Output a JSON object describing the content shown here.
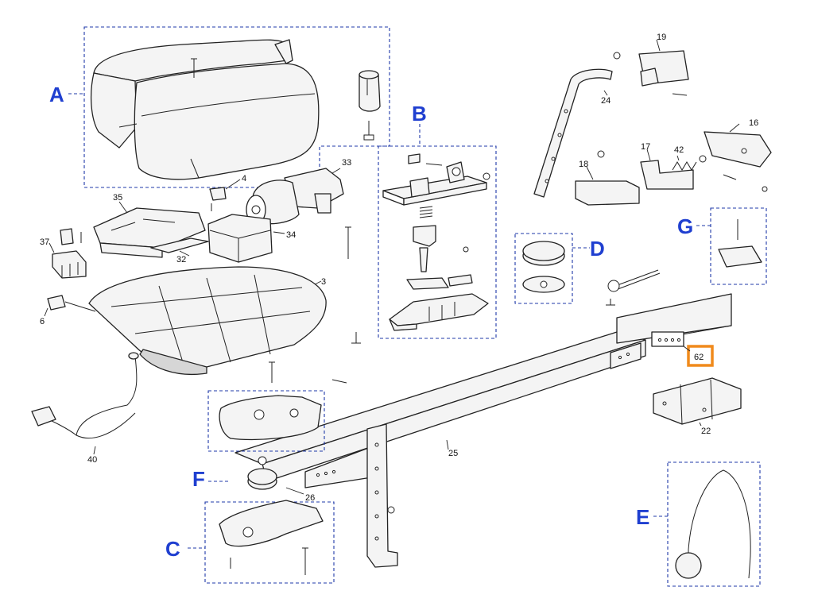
{
  "part_numbers": {
    "p3": "3",
    "p4": "4",
    "p6": "6",
    "p16": "16",
    "p17": "17",
    "p18": "18",
    "p19": "19",
    "p22": "22",
    "p24": "24",
    "p25": "25",
    "p26": "26",
    "p32": "32",
    "p33": "33",
    "p34": "34",
    "p35": "35",
    "p37": "37",
    "p40": "40",
    "p42": "42"
  },
  "highlighted_part": "62",
  "groups": {
    "A": "A",
    "B": "B",
    "C": "C",
    "D": "D",
    "E": "E",
    "F": "F",
    "G": "G"
  },
  "colors": {
    "group_label": "#1f3fd0",
    "group_outline": "#1f3aa8",
    "highlight": "#f08a1c",
    "line": "#222222"
  }
}
